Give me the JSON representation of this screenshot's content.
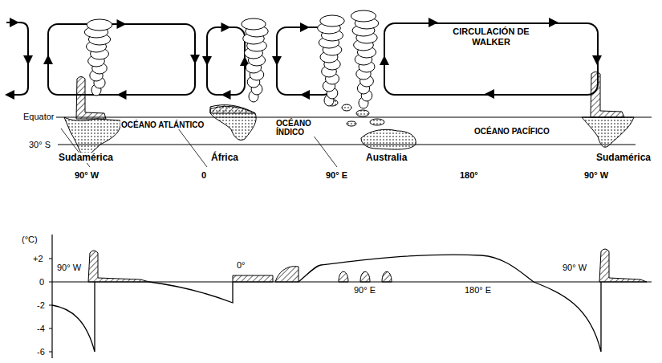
{
  "diagram": {
    "nodes": [
      {
        "text": [
          "CIRCULACIÓN DE WALKER"
        ]
      }
    ],
    "labels": [
      "Equator",
      "30° S",
      "OCÉANO ATLÁNTICO",
      "OCÉANO ÍNDICO",
      "OCÉANO PACÍFICO",
      "Sudamérica",
      "África",
      "Australia",
      "Sudamérica",
      "90° W",
      "0",
      "90° E",
      "180°",
      "90° W",
      "(°C)",
      "+2",
      "0",
      "-2",
      "-4",
      "-6",
      "90° W",
      "0°",
      "90° E",
      "180° E",
      "90° W"
    ]
  }
}
